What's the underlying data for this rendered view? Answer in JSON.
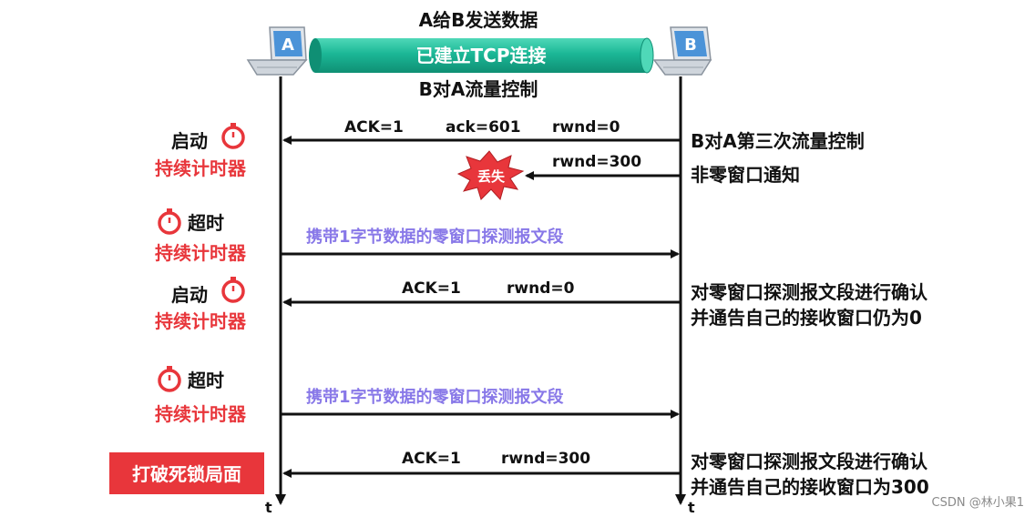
{
  "title_top": "A给B发送数据",
  "connection_label": "已建立TCP连接",
  "title_bottom": "B对A流量控制",
  "host_a_label": "A",
  "host_b_label": "B",
  "time_label": "t",
  "colors": {
    "pipe": "#1bb796",
    "red": "#e8363b",
    "purple": "#8878e8",
    "black": "#111111",
    "screen": "#4b93d8"
  },
  "icons": {
    "timer": "stopwatch-icon",
    "loss": "explosion-icon",
    "computer": "laptop-icon"
  },
  "messages": [
    {
      "ack": "ACK=1",
      "ack_num": "ack=601",
      "rwnd": "rwnd=0"
    },
    {
      "rwnd": "rwnd=300",
      "lost_label": "丢失"
    },
    {
      "probe": "携带1字节数据的零窗口探测报文段"
    },
    {
      "ack": "ACK=1",
      "rwnd": "rwnd=0"
    },
    {
      "probe": "携带1字节数据的零窗口探测报文段"
    },
    {
      "ack": "ACK=1",
      "rwnd": "rwnd=300"
    }
  ],
  "left_notes": [
    {
      "action": "启动",
      "timer": "持续计时器"
    },
    {
      "action": "超时",
      "timer": "持续计时器"
    },
    {
      "action": "启动",
      "timer": "持续计时器"
    },
    {
      "action": "超时",
      "timer": "持续计时器"
    },
    {
      "badge": "打破死锁局面"
    }
  ],
  "right_notes": [
    {
      "line1": "B对A第三次流量控制"
    },
    {
      "line1": "非零窗口通知"
    },
    {
      "line1": "对零窗口探测报文段进行确认",
      "line2": "并通告自己的接收窗口仍为0"
    },
    {
      "line1": "对零窗口探测报文段进行确认",
      "line2": "并通告自己的接收窗口为300"
    }
  ],
  "watermark": "CSDN @林小果1"
}
